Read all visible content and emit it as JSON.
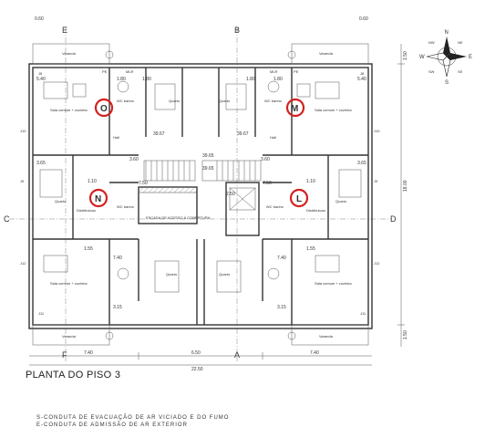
{
  "title": "PLANTA DO PISO 3",
  "notes": [
    "S-CONDUTA DE EVACUAÇÃO DE AR VICIADO E DO FUMO",
    "E-CONDUTA DE ADMISSÃO DE AR EXTERIOR"
  ],
  "grid_labels": {
    "E": "E",
    "B": "B",
    "C": "C",
    "D": "D",
    "F": "F",
    "A": "A"
  },
  "units": [
    {
      "letter": "O",
      "color": "#d42020"
    },
    {
      "letter": "M",
      "color": "#d42020"
    },
    {
      "letter": "N",
      "color": "#d42020"
    },
    {
      "letter": "L",
      "color": "#d42020"
    }
  ],
  "dimensions": {
    "bottom_left": "7.40",
    "bottom_mid": "6.50",
    "bottom_right": "7.40",
    "bottom_total": "22.50",
    "right_total": "18.00",
    "right_top": "1.50",
    "right_bottom": "1.50",
    "top_left": "0.60",
    "top_right": "0.60",
    "left_a": "5.40",
    "right_a": "5.40",
    "left_b": "3.65",
    "right_b": "3.65",
    "left_c": "1.10",
    "right_c": "1.10",
    "left_d": "1.55",
    "right_d": "1.55",
    "left_e": "7.40",
    "right_e": "7.40",
    "left_f": "3.15",
    "right_f": "3.15",
    "hall_left": "39.67",
    "hall_right": "39.67",
    "stair_a": "39.65",
    "stair_b": "39.65",
    "d180a": "1.80",
    "d180b": "1.80",
    "d180c": "1.80",
    "d180d": "1.80",
    "d360a": "3.60",
    "d360b": "3.60",
    "d750a": "7.50",
    "d750b": "7.50",
    "d250": "2.50"
  },
  "rooms": {
    "varanda": "Varanda",
    "sala": "Sala comum + cozinha",
    "wc": "WC banho",
    "quarto": "Quarto",
    "hall": "Hall",
    "distribuicao": "Distribuicao",
    "escada": "ESCADA DE ACESSO À COBERTURA"
  },
  "window_tags": [
    "J8",
    "J10",
    "J11",
    "J9",
    "PE",
    "J12",
    "PL",
    "MLR"
  ],
  "compass": {
    "N": "N",
    "S": "S",
    "E": "E",
    "W": "W",
    "NE": "NE",
    "NW": "NW",
    "SE": "SE",
    "SW": "SW"
  }
}
